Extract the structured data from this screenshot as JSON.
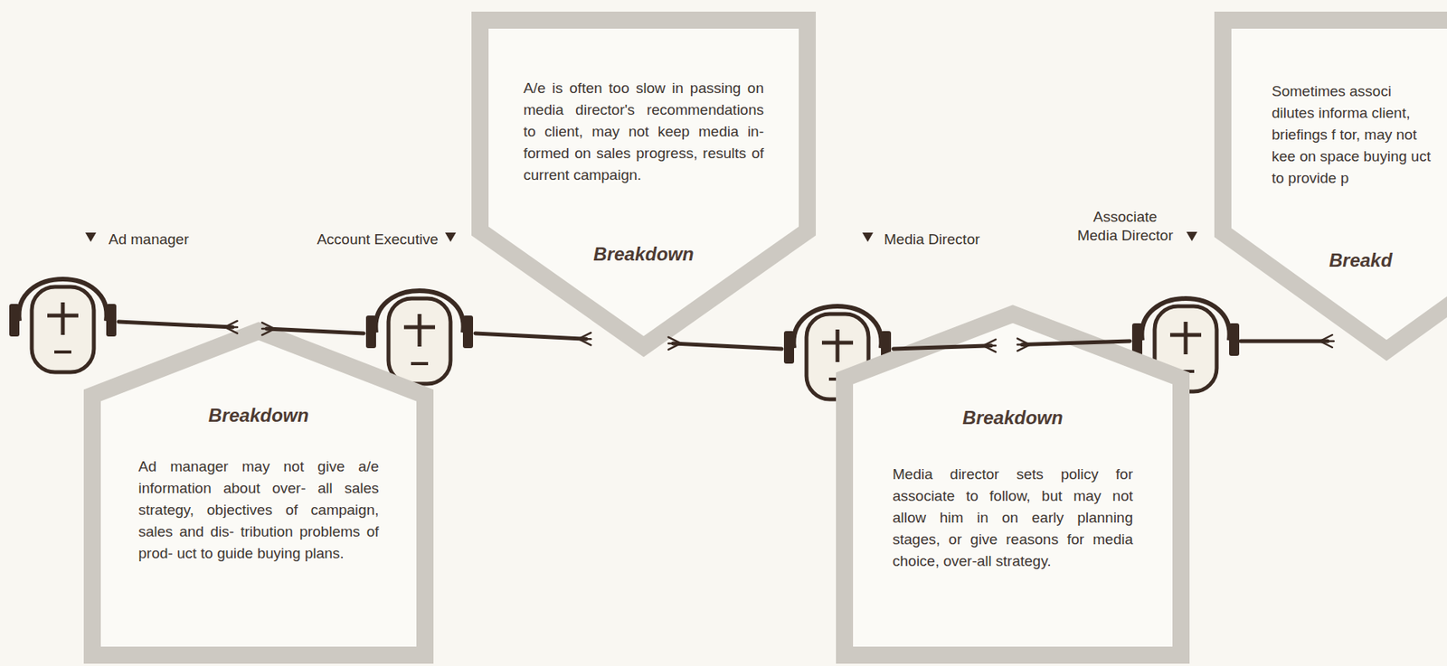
{
  "diagram": {
    "nodes": [
      {
        "text": [
          "Ad manager"
        ]
      },
      {
        "text": [
          "Account Executive"
        ]
      },
      {
        "text": [
          "Media Director"
        ]
      },
      {
        "text": [
          "Associate Media Director"
        ]
      },
      {
        "text": [
          "Breakdown",
          "Ad manager may not give a/e information about over- all sales strategy, objectives of campaign, sales and dis- tribution problems of prod- uct to guide buying plans."
        ]
      },
      {
        "text": [
          "Breakdown",
          "A/e is often too slow in passing on media director's recommendations to client, may not keep media in- formed on sales progress, results of current campaign."
        ]
      },
      {
        "text": [
          "Breakdown",
          "Media director sets policy for associate to follow, but may not allow him in on early planning stages, or give reasons for media choice, over-all strategy."
        ]
      },
      {
        "text": [
          "Breakd",
          "Sometimes associ dilutes informa client, briefings f tor, may not kee on space buying uct to provide p"
        ]
      }
    ],
    "edges": [
      {
        "from": 0,
        "to": 1,
        "arrow": "none"
      },
      {
        "from": 1,
        "to": 2,
        "arrow": "none"
      },
      {
        "from": 2,
        "to": 3,
        "arrow": "none"
      }
    ]
  }
}
